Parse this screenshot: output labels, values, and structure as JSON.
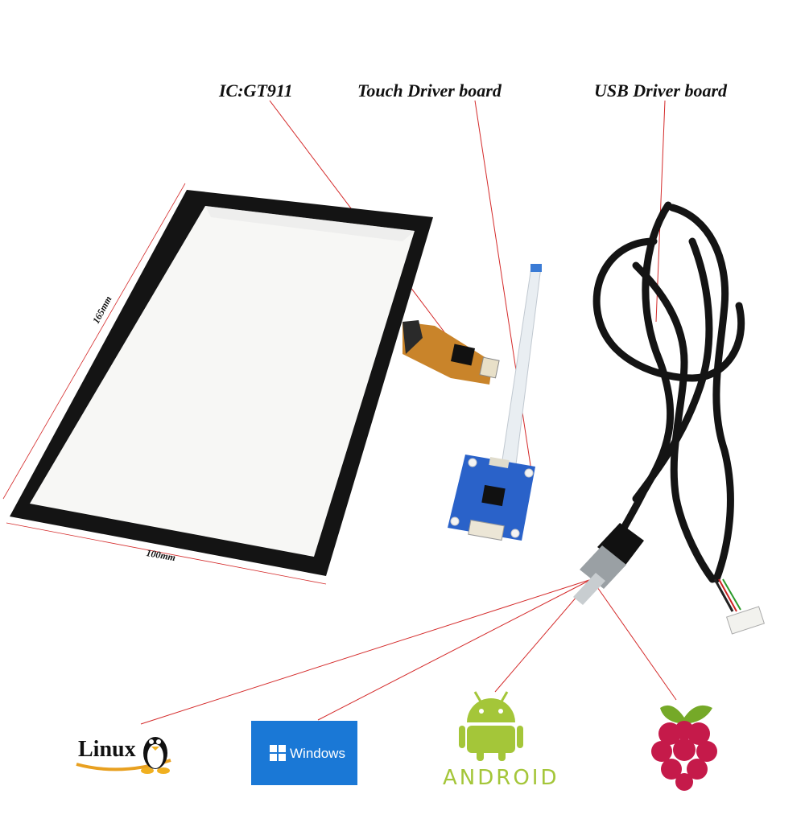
{
  "labels": {
    "ic": "IC:GT911",
    "touch_driver": "Touch Driver board",
    "usb_driver": "USB Driver board"
  },
  "dimensions": {
    "height": "165mm",
    "width": "100mm"
  },
  "logos": {
    "linux": "Linux",
    "windows": "Windows",
    "android": "ANDROID"
  },
  "colors": {
    "pointer_line": "#d42a2a",
    "windows_blue": "#1a78d6",
    "android_green": "#a4c639",
    "raspberry_red": "#c51a4a",
    "raspberry_leaf": "#75a928",
    "pcb_blue": "#2a62c9",
    "fpc_orange": "#c9842a"
  }
}
